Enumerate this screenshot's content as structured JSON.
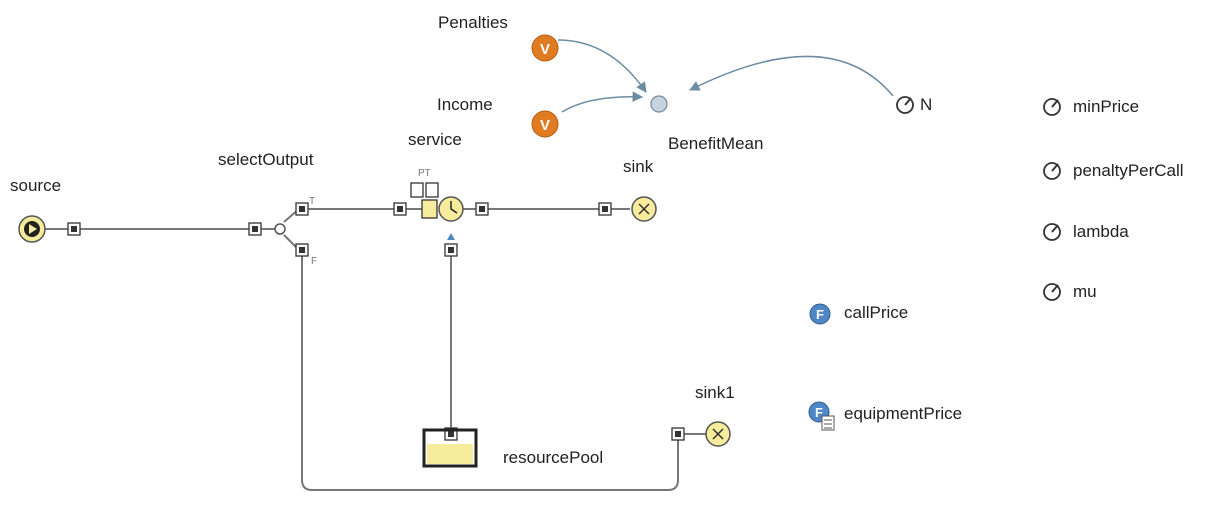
{
  "blocks": {
    "source": "source",
    "select_output": "selectOutput",
    "service": "service",
    "sink": "sink",
    "sink1": "sink1",
    "resource_pool": "resourcePool"
  },
  "port_tags": {
    "true_tag": "T",
    "false_tag": "F",
    "service_ports": "PT"
  },
  "variables": {
    "penalties": "Penalties",
    "income": "Income",
    "variable_glyph": "V"
  },
  "dynamic": {
    "benefit_mean": "BenefitMean"
  },
  "parameters": {
    "n": "N",
    "min_price": "minPrice",
    "penalty_per_call": "penaltyPerCall",
    "lambda": "lambda",
    "mu": "mu"
  },
  "functions": {
    "call_price": "callPrice",
    "equipment_price": "equipmentPrice",
    "function_glyph": "F"
  },
  "colors": {
    "block_fill": "#f6ec9c",
    "block_stroke": "#555555",
    "variable_fill": "#e07b22",
    "dynamic_fill": "#c7d3de",
    "function_fill": "#4f86c6",
    "link_color": "#6b8ca3",
    "connector": "#777777"
  }
}
